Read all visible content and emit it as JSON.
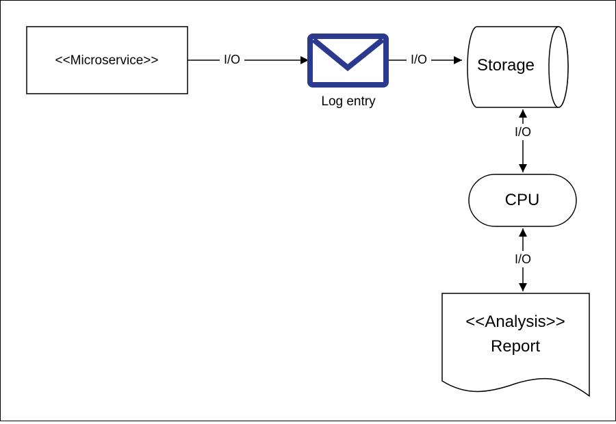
{
  "nodes": {
    "microservice": {
      "label": "<<Microservice>>"
    },
    "log_entry": {
      "label": "Log entry"
    },
    "storage": {
      "label": "Storage"
    },
    "cpu": {
      "label": "CPU"
    },
    "report": {
      "line1": "<<Analysis>>",
      "line2": "Report"
    }
  },
  "edges": {
    "microservice_to_log": {
      "label": "I/O"
    },
    "log_to_storage": {
      "label": "I/O"
    },
    "storage_cpu": {
      "label": "I/O"
    },
    "cpu_report": {
      "label": "I/O"
    }
  },
  "colors": {
    "envelope": "#2b3a8f",
    "stroke": "#000000"
  }
}
